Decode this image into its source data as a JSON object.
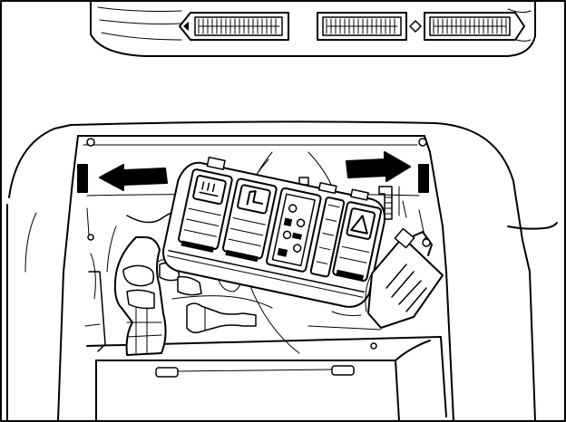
{
  "figure": {
    "labels": [],
    "arrows": [
      {
        "name": "left-arrow",
        "direction": "left"
      },
      {
        "name": "right-arrow",
        "direction": "right"
      }
    ],
    "colors": {
      "ink": "#000000",
      "paper": "#ffffff"
    }
  }
}
